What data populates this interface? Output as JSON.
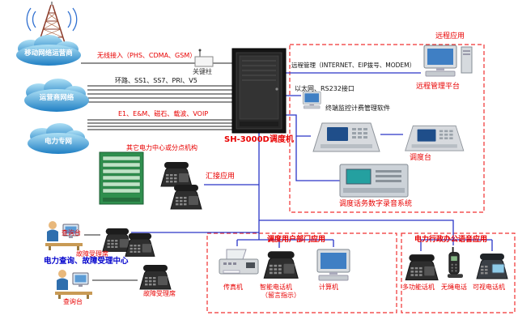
{
  "diagram": {
    "clouds": {
      "mobile_label": "移动网络运营商",
      "carrier_label": "运营商网络",
      "power_label": "电力专网"
    },
    "center": {
      "switch_label": "SH-3000D调度机",
      "antenna_device_label": "关键柱"
    },
    "links": {
      "wireless_label": "无线接入（PHS、CDMA、GSM）",
      "carrier_trunks_label": "环路、SS1、SS7、PRI、V5",
      "power_trunks_label": "E1、E&M、磁石、载波、VOIP",
      "remote_mgmt_label": "远程管理（INTERNET、EIP拨号、MODEM）",
      "ethernet_label": "以太网、RS232接口"
    },
    "right_panel": {
      "remote_app_label": "远程应用",
      "remote_platform_label": "远程管理平台",
      "terminal_software_label": "终端监控计费管理软件",
      "dispatch_console_label": "调度台",
      "recording_label": "调度话务数字录音系统"
    },
    "pbx": {
      "label": "其它电力中心或分点机构",
      "tandem_label": "汇接应用"
    },
    "call_center": {
      "query_desk1_label": "查询台",
      "fault_seat1_label": "故障受理席",
      "title": "电力查询、故障受理中心",
      "query_desk2_label": "查询台",
      "fault_seat2_label": "故障受理席"
    },
    "dispatch_users": {
      "title": "调度用户部门应用",
      "fax_label": "传真机",
      "smart_phone_label": "智能电话机",
      "smart_phone_sub": "（留言指示）",
      "computer_label": "计算机"
    },
    "office_voice": {
      "title": "电力行政办公语音应用",
      "multi_phone_label": "多功能话机",
      "cordless_label": "无绳电话",
      "video_phone_label": "可视电话机"
    },
    "colors": {
      "label_red": "#e80000",
      "label_blue": "#0000cc",
      "line_blue": "#2a35c8",
      "line_black": "#222222",
      "dashed_red": "#f03030",
      "cloud_blue": "#2a8fd0"
    }
  }
}
